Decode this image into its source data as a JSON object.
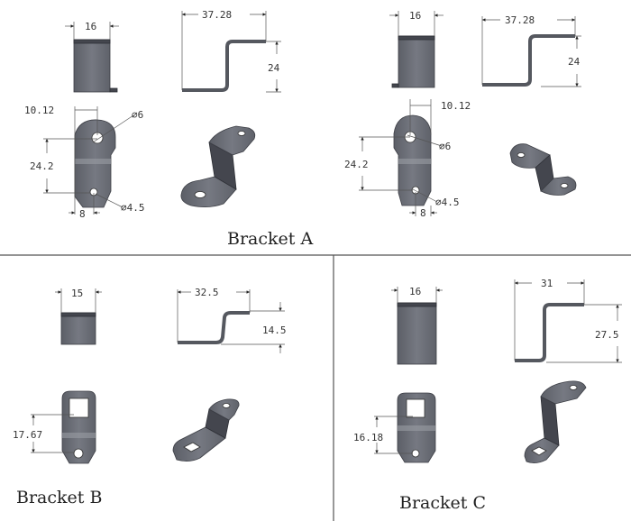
{
  "brackets": {
    "a": {
      "title": "Bracket A",
      "left": {
        "width": "16",
        "length": "37.28",
        "height": "24",
        "hole_offset": "10.12",
        "hole_spacing": "24.2",
        "bottom_width": "8",
        "big_hole": "⌀6",
        "small_hole": "⌀4.5"
      },
      "right": {
        "width": "16",
        "length": "37.28",
        "height": "24",
        "hole_offset": "10.12",
        "hole_spacing": "24.2",
        "bottom_width": "8",
        "big_hole": "⌀6",
        "small_hole": "⌀4.5"
      }
    },
    "b": {
      "title": "Bracket B",
      "width": "15",
      "length": "32.5",
      "height": "14.5",
      "hole_spacing": "17.67"
    },
    "c": {
      "title": "Bracket C",
      "width": "16",
      "length": "31",
      "height": "27.5",
      "hole_spacing": "16.18"
    }
  },
  "colors": {
    "metal": "#6c6f78",
    "divider": "#555555"
  }
}
